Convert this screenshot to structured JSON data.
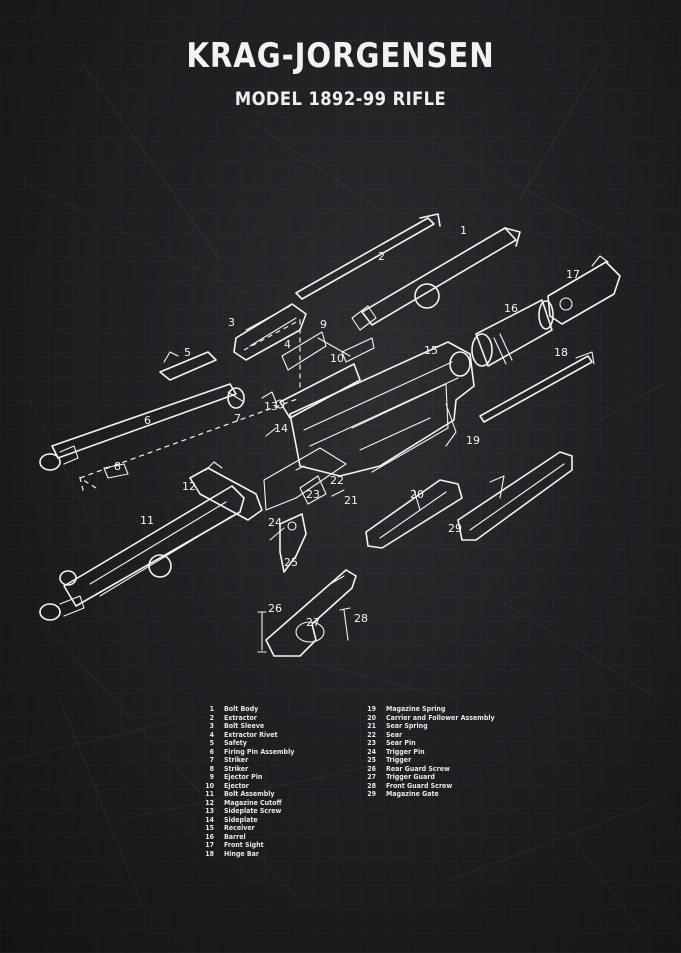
{
  "title": "KRAG-JORGENSEN",
  "subtitle": "MODEL 1892-99 RIFLE",
  "callouts": [
    "1",
    "2",
    "3",
    "4",
    "5",
    "6",
    "7",
    "8",
    "9",
    "10",
    "11",
    "12",
    "13",
    "14",
    "15",
    "16",
    "17",
    "18",
    "19",
    "20",
    "21",
    "22",
    "23",
    "24",
    "25",
    "26",
    "27",
    "28",
    "29"
  ],
  "legend_left": [
    {
      "n": "1",
      "t": "Bolt Body"
    },
    {
      "n": "2",
      "t": "Extractor"
    },
    {
      "n": "3",
      "t": "Bolt Sleeve"
    },
    {
      "n": "4",
      "t": "Extractor Rivet"
    },
    {
      "n": "5",
      "t": "Safety"
    },
    {
      "n": "6",
      "t": "Firing Pin Assembly"
    },
    {
      "n": "7",
      "t": "Striker"
    },
    {
      "n": "8",
      "t": "Striker"
    },
    {
      "n": "9",
      "t": "Ejector Pin"
    },
    {
      "n": "10",
      "t": "Ejector"
    },
    {
      "n": "11",
      "t": "Bolt Assembly"
    },
    {
      "n": "12",
      "t": "Magazine Cutoff"
    },
    {
      "n": "13",
      "t": "Sideplate Screw"
    },
    {
      "n": "14",
      "t": "Sideplate"
    },
    {
      "n": "15",
      "t": "Receiver"
    },
    {
      "n": "16",
      "t": "Barrel"
    },
    {
      "n": "17",
      "t": "Front Sight"
    },
    {
      "n": "18",
      "t": "Hinge Bar"
    }
  ],
  "legend_right": [
    {
      "n": "19",
      "t": "Magazine Spring"
    },
    {
      "n": "20",
      "t": "Carrier and Follower Assembly"
    },
    {
      "n": "21",
      "t": "Sear Spring"
    },
    {
      "n": "22",
      "t": "Sear"
    },
    {
      "n": "23",
      "t": "Sear Pin"
    },
    {
      "n": "24",
      "t": "Trigger Pin"
    },
    {
      "n": "25",
      "t": "Trigger"
    },
    {
      "n": "26",
      "t": "Rear Guard Screw"
    },
    {
      "n": "27",
      "t": "Trigger Guard"
    },
    {
      "n": "28",
      "t": "Front Guard Screw"
    },
    {
      "n": "29",
      "t": "Magazine Gate"
    }
  ],
  "colors": {
    "background": "#1e1e21",
    "ink": "#f4f4f4"
  }
}
